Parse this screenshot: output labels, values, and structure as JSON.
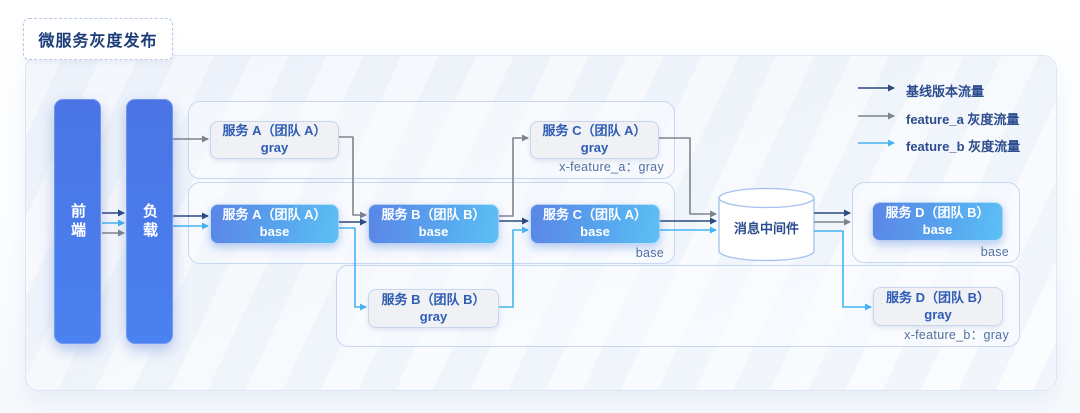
{
  "title": "微服务灰度发布",
  "legend": {
    "items": [
      {
        "label": "基线版本流量",
        "color": "#2a4a80"
      },
      {
        "label": "feature_a 灰度流量",
        "color": "#7e848d"
      },
      {
        "label": "feature_b 灰度流量",
        "color": "#45b4f2"
      }
    ]
  },
  "nodes": {
    "frontend": "前端",
    "load_balancer": "负载",
    "middleware": "消息中间件"
  },
  "groups": {
    "feature_a": {
      "label": "x-feature_a：gray"
    },
    "base_row": {
      "label": "base"
    },
    "d_base": {
      "label": "base"
    },
    "feature_b": {
      "label": "x-feature_b：gray"
    }
  },
  "services": {
    "a_gray": {
      "name": "服务 A（团队 A）",
      "variant": "gray"
    },
    "a_base": {
      "name": "服务 A（团队 A）",
      "variant": "base"
    },
    "b_base": {
      "name": "服务 B（团队 B）",
      "variant": "base"
    },
    "b_gray": {
      "name": "服务 B（团队 B）",
      "variant": "gray"
    },
    "c_gray": {
      "name": "服务 C（团队 A）",
      "variant": "gray"
    },
    "c_base": {
      "name": "服务 C（团队 A）",
      "variant": "base"
    },
    "d_base": {
      "name": "服务 D（团队 B）",
      "variant": "base"
    },
    "d_gray": {
      "name": "服务 D（团队 B）",
      "variant": "gray"
    }
  },
  "colors": {
    "baseline": "#2a4a80",
    "feature_a_gray": "#7e848d",
    "feature_b_blue": "#45b4f2",
    "node_blue": "#4a74e4"
  }
}
